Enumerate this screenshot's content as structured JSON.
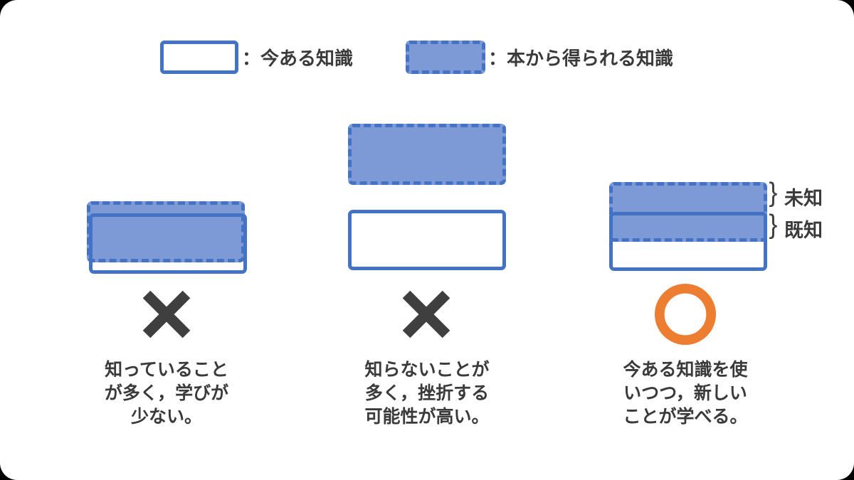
{
  "colors": {
    "slide": "#FFFFFF",
    "blue_border": "#4472C4",
    "blue_fill": "#7E9AD6",
    "orange": "#ED7D31",
    "cross": "#3F3F3F",
    "text": "#3A3A3A"
  },
  "legend": {
    "items": [
      {
        "swatch": "solid-outline",
        "label": "：今ある知識"
      },
      {
        "swatch": "dashed-filled",
        "label": "：本から得られる知識"
      }
    ]
  },
  "columns": [
    {
      "verdict": "cross",
      "caption_lines": [
        "知っていること",
        "が多く，学びが",
        "少ない。"
      ]
    },
    {
      "verdict": "cross",
      "caption_lines": [
        "知らないことが",
        "多く，挫折する",
        "可能性が高い。"
      ]
    },
    {
      "verdict": "circle",
      "caption_lines": [
        "今ある知識を使",
        "いつつ，新しい",
        "ことが学べる。"
      ],
      "bracket_glyph": "}",
      "labels": {
        "unknown": "未知",
        "known": "既知"
      }
    }
  ]
}
